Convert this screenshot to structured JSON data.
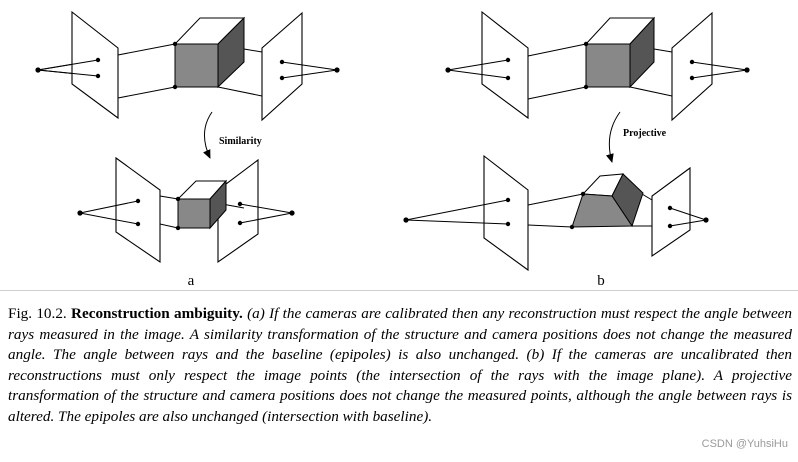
{
  "figure": {
    "panels": [
      {
        "id": "a",
        "label": "a",
        "transform_label": "Similarity"
      },
      {
        "id": "b",
        "label": "b",
        "transform_label": "Projective"
      }
    ],
    "colors": {
      "face_front": "#888888",
      "face_side": "#555555",
      "face_top": "#ffffff",
      "stroke": "#000000"
    }
  },
  "caption": {
    "fig_number": "Fig. 10.2.",
    "title": "Reconstruction ambiguity.",
    "body": "(a) If the cameras are calibrated then any reconstruction must respect the angle between rays measured in the image. A similarity transformation of the structure and camera positions does not change the measured angle. The angle between rays and the baseline (epipoles) is also unchanged. (b) If the cameras are uncalibrated then reconstructions must only respect the image points (the intersection of the rays with the image plane). A projective transformation of the structure and camera positions does not change the measured points, although the angle between rays is altered. The epipoles are also unchanged (intersection with baseline)."
  },
  "watermark": "CSDN @YuhsiHu"
}
